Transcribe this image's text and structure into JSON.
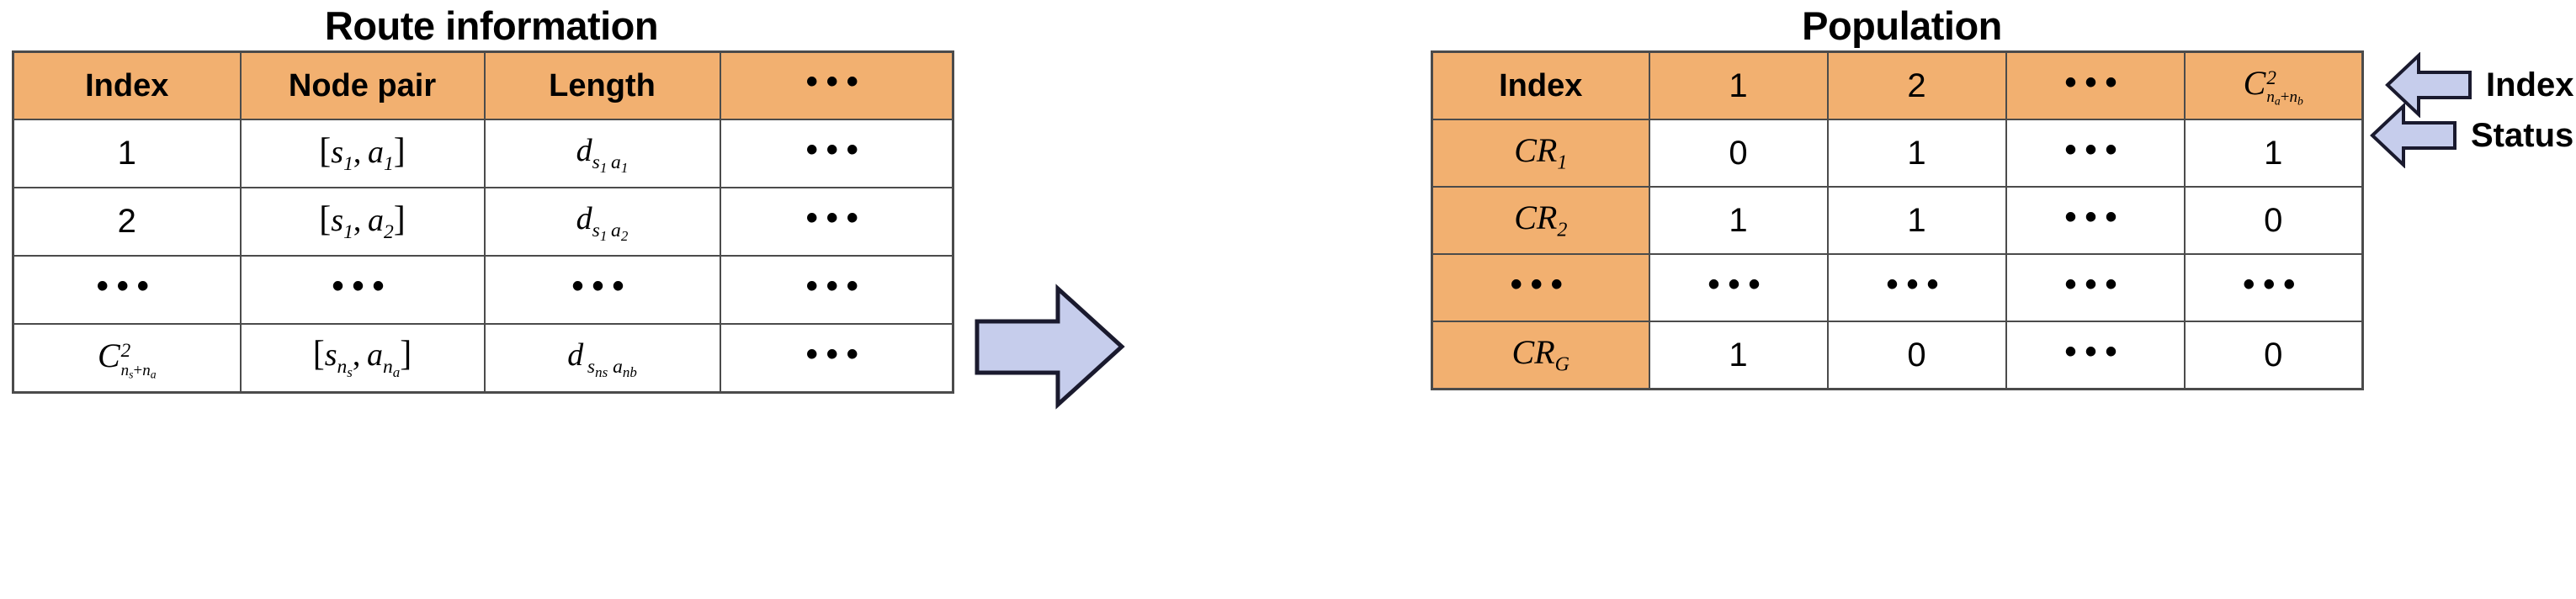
{
  "left_panel": {
    "title": "Route information",
    "table": {
      "headers": [
        "Index",
        "Node pair",
        "Length",
        "•••"
      ],
      "rows": [
        {
          "index": "1",
          "node_pair": "[s₁, a₁]",
          "length": "dₛ₁ₐ₁",
          "more": "•••"
        },
        {
          "index": "2",
          "node_pair": "[s₁, a₂]",
          "length": "dₛ₁ₐ₂",
          "more": "•••"
        },
        {
          "index": "•••",
          "node_pair": "•••",
          "length": "•••",
          "more": "•••"
        },
        {
          "index": "C²_{n_s+n_a}",
          "node_pair": "[s_{n_s}, a_{n_a}]",
          "length": "d_{s_{ns} a_{nb}}",
          "more": "•••"
        }
      ]
    }
  },
  "right_panel": {
    "title": "Population",
    "table": {
      "headers": [
        "Index",
        "1",
        "2",
        "•••",
        "C²_{n_a+n_b}"
      ],
      "rows": [
        {
          "label": "CR₁",
          "values": [
            "0",
            "1",
            "•••",
            "1"
          ]
        },
        {
          "label": "CR₂",
          "values": [
            "1",
            "1",
            "•••",
            "0"
          ]
        },
        {
          "label": "•••",
          "values": [
            "•••",
            "•••",
            "•••",
            "•••"
          ]
        },
        {
          "label": "CR_G",
          "values": [
            "1",
            "0",
            "•••",
            "0"
          ]
        }
      ]
    }
  },
  "annotations": [
    {
      "id": "index",
      "label": "Index",
      "icon": "left-arrow-icon"
    },
    {
      "id": "status",
      "label": "Status",
      "icon": "left-arrow-icon"
    }
  ],
  "middle_arrow": {
    "icon": "right-arrow-icon"
  },
  "math": {
    "route_last_index": {
      "base": "C",
      "sup": "2",
      "sub_a": "n",
      "sub_a_sub": "s",
      "op": "+",
      "sub_b": "n",
      "sub_b_sub": "a"
    },
    "pop_last_header": {
      "base": "C",
      "sup": "2",
      "sub_a": "n",
      "sub_a_sub": "a",
      "op": "+",
      "sub_b": "n",
      "sub_b_sub": "b"
    },
    "cr_labels": [
      "CR",
      "1",
      "2",
      "G"
    ],
    "symbols": {
      "s": "s",
      "a": "a",
      "d": "d",
      "ns": "n",
      "na": "n",
      "nb": "nb",
      "s_ns": "ns"
    }
  },
  "colors": {
    "header_fill": "#f2b070",
    "cell_fill": "#ffffff",
    "border": "#4b4b4b",
    "arrow_fill": "#c6cdec",
    "arrow_stroke": "#1a1a2e",
    "text": "#000000"
  }
}
